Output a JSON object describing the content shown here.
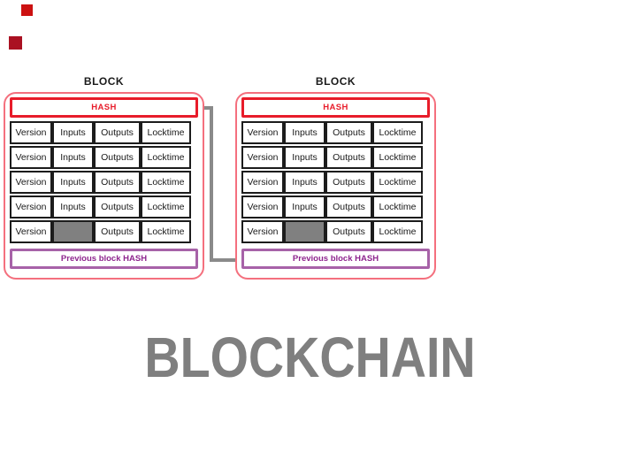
{
  "caption": "BLOCKCHAIN",
  "colors": {
    "outer_border": "#f4707e",
    "hash_border": "#e81c2a",
    "hash_text": "#e81c2a",
    "cell_border": "#1c1c1c",
    "filled_cell": "#808080",
    "prev_hash_border": "#a762a8",
    "prev_hash_text": "#8e258e",
    "connector": "#8a8a8a",
    "caption_color": "#7f7f7f",
    "mark1": "#cc1111",
    "mark2": "#aa1122"
  },
  "blocks": [
    {
      "title": "BLOCK",
      "hash_label": "HASH",
      "prev_hash_label": "Previous block HASH",
      "rows": [
        [
          "Version",
          "Inputs",
          "Outputs",
          "Locktime"
        ],
        [
          "Version",
          "Inputs",
          "Outputs",
          "Locktime"
        ],
        [
          "Version",
          "Inputs",
          "Outputs",
          "Locktime"
        ],
        [
          "Version",
          "Inputs",
          "Outputs",
          "Locktime"
        ],
        [
          "Version",
          null,
          "Outputs",
          "Locktime"
        ]
      ]
    },
    {
      "title": "BLOCK",
      "hash_label": "HASH",
      "prev_hash_label": "Previous block HASH",
      "rows": [
        [
          "Version",
          "Inputs",
          "Outputs",
          "Locktime"
        ],
        [
          "Version",
          "Inputs",
          "Outputs",
          "Locktime"
        ],
        [
          "Version",
          "Inputs",
          "Outputs",
          "Locktime"
        ],
        [
          "Version",
          "Inputs",
          "Outputs",
          "Locktime"
        ],
        [
          "Version",
          null,
          "Outputs",
          "Locktime"
        ]
      ]
    }
  ]
}
